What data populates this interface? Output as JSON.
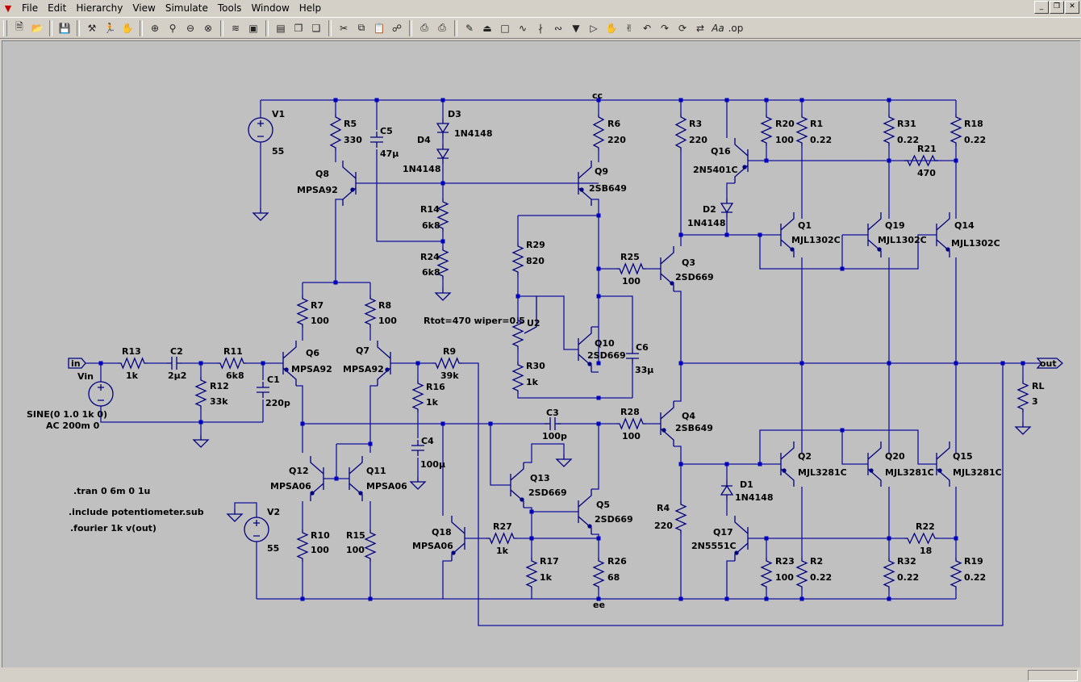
{
  "menu": {
    "items": [
      {
        "label": "File"
      },
      {
        "label": "Edit"
      },
      {
        "label": "Hierarchy"
      },
      {
        "label": "View"
      },
      {
        "label": "Simulate"
      },
      {
        "label": "Tools"
      },
      {
        "label": "Window"
      },
      {
        "label": "Help"
      }
    ]
  },
  "colors": {
    "wire": "#1010a0",
    "component": "#000080",
    "node": "#0000c0",
    "background": "#c0c0c0"
  },
  "toolbar": {
    "buttons": [
      "new-schematic-icon",
      "open-icon",
      "save-icon",
      "control-panel-icon",
      "run-icon",
      "halt-icon",
      "zoom-in-icon",
      "pan-icon",
      "zoom-out-icon",
      "zoom-cancel-icon",
      "autorange-icon",
      "zoom-extents-icon",
      "tile-icon",
      "cascade-icon",
      "close-windows-icon",
      "cut-icon",
      "copy-icon",
      "paste-icon",
      "find-icon",
      "print-setup-icon",
      "print-icon",
      "draw-wire-icon",
      "ground-icon",
      "label-net-icon",
      "resistor-icon",
      "capacitor-icon",
      "inductor-icon",
      "diode-icon",
      "component-icon",
      "move-icon",
      "drag-icon",
      "undo-icon",
      "redo-icon",
      "rotate-icon",
      "mirror-icon",
      "text-icon",
      "spice-directive-icon"
    ]
  },
  "labels": {
    "cc": "cc",
    "ee": "ee",
    "in": "in",
    "out": "out",
    "V1": "V1",
    "V1v": "55",
    "V2": "V2",
    "V2v": "55",
    "Vin": "Vin",
    "Vinv1": "SINE(0 1.0 1k 0)",
    "Vinv2": "AC 200m 0",
    "R5": "R5",
    "R5v": "330",
    "C5": "C5",
    "C5v": "47µ",
    "D3": "D3",
    "D3v": "1N4148",
    "D4": "D4",
    "D4v": "1N4148",
    "R6": "R6",
    "R6v": "220",
    "R3": "R3",
    "R3v": "220",
    "Q16": "Q16",
    "Q16v": "2N5401C",
    "R20": "R20",
    "R20v": "100",
    "R1": "R1",
    "R1v": "0.22",
    "R31": "R31",
    "R31v": "0.22",
    "R18": "R18",
    "R18v": "0.22",
    "R21": "R21",
    "R21v": "470",
    "Q8": "Q8",
    "Q8v": "MPSA92",
    "Q9": "Q9",
    "Q9v": "2SB649",
    "R14": "R14",
    "R14v": "6k8",
    "R24": "R24",
    "R24v": "6k8",
    "D2": "D2",
    "D2v": "1N4148",
    "Q1": "Q1",
    "Q1v": "MJL1302C",
    "Q19": "Q19",
    "Q19v": "MJL1302C",
    "Q14": "Q14",
    "Q14v": "MJL1302C",
    "R29": "R29",
    "R29v": "820",
    "R25": "R25",
    "R25v": "100",
    "Q3": "Q3",
    "Q3v": "2SD669",
    "R7": "R7",
    "R7v": "100",
    "R8": "R8",
    "R8v": "100",
    "pot": "Rtot=470 wiper=0.5",
    "U2": "U2",
    "Q10": "Q10",
    "Q10v": "2SD669",
    "C6": "C6",
    "C6v": "33µ",
    "R30": "R30",
    "R30v": "1k",
    "R13": "R13",
    "R13v": "1k",
    "C2": "C2",
    "C2v": "2µ2",
    "R11": "R11",
    "R11v": "6k8",
    "Q6": "Q6",
    "Q6v": "MPSA92",
    "Q7": "Q7",
    "Q7v": "MPSA92",
    "R9": "R9",
    "R9v": "39k",
    "R16": "R16",
    "R16v": "1k",
    "R12": "R12",
    "R12v": "33k",
    "C1": "C1",
    "C1v": "220p",
    "RL": "RL",
    "RLv": "3",
    "C3": "C3",
    "C3v": "100p",
    "R28": "R28",
    "R28v": "100",
    "Q4": "Q4",
    "Q4v": "2SB649",
    "C4": "C4",
    "C4v": "100µ",
    "Q2": "Q2",
    "Q2v": "MJL3281C",
    "Q20": "Q20",
    "Q20v": "MJL3281C",
    "Q15": "Q15",
    "Q15v": "MJL3281C",
    "Q12": "Q12",
    "Q12v": "MPSA06",
    "Q11": "Q11",
    "Q11v": "MPSA06",
    "Q13": "Q13",
    "Q13v": "2SD669",
    "D1": "D1",
    "D1v": "1N4148",
    "Q5": "Q5",
    "Q5v": "2SD669",
    "R4": "R4",
    "R4v": "220",
    "Q18": "Q18",
    "Q18v": "MPSA06",
    "R27": "R27",
    "R27v": "1k",
    "Q17": "Q17",
    "Q17v": "2N5551C",
    "R22": "R22",
    "R22v": "18",
    "R10": "R10",
    "R10v": "100",
    "R15": "R15",
    "R15v": "100",
    "R17": "R17",
    "R17v": "1k",
    "R26": "R26",
    "R26v": "68",
    "R23": "R23",
    "R23v": "100",
    "R2": "R2",
    "R2v": "0.22",
    "R32": "R32",
    "R32v": "0.22",
    "R19": "R19",
    "R19v": "0.22"
  },
  "directives": {
    "tran": ".tran 0 6m 0 1u",
    "include": ".include potentiometer.sub",
    "fourier": ".fourier 1k v(out)"
  }
}
